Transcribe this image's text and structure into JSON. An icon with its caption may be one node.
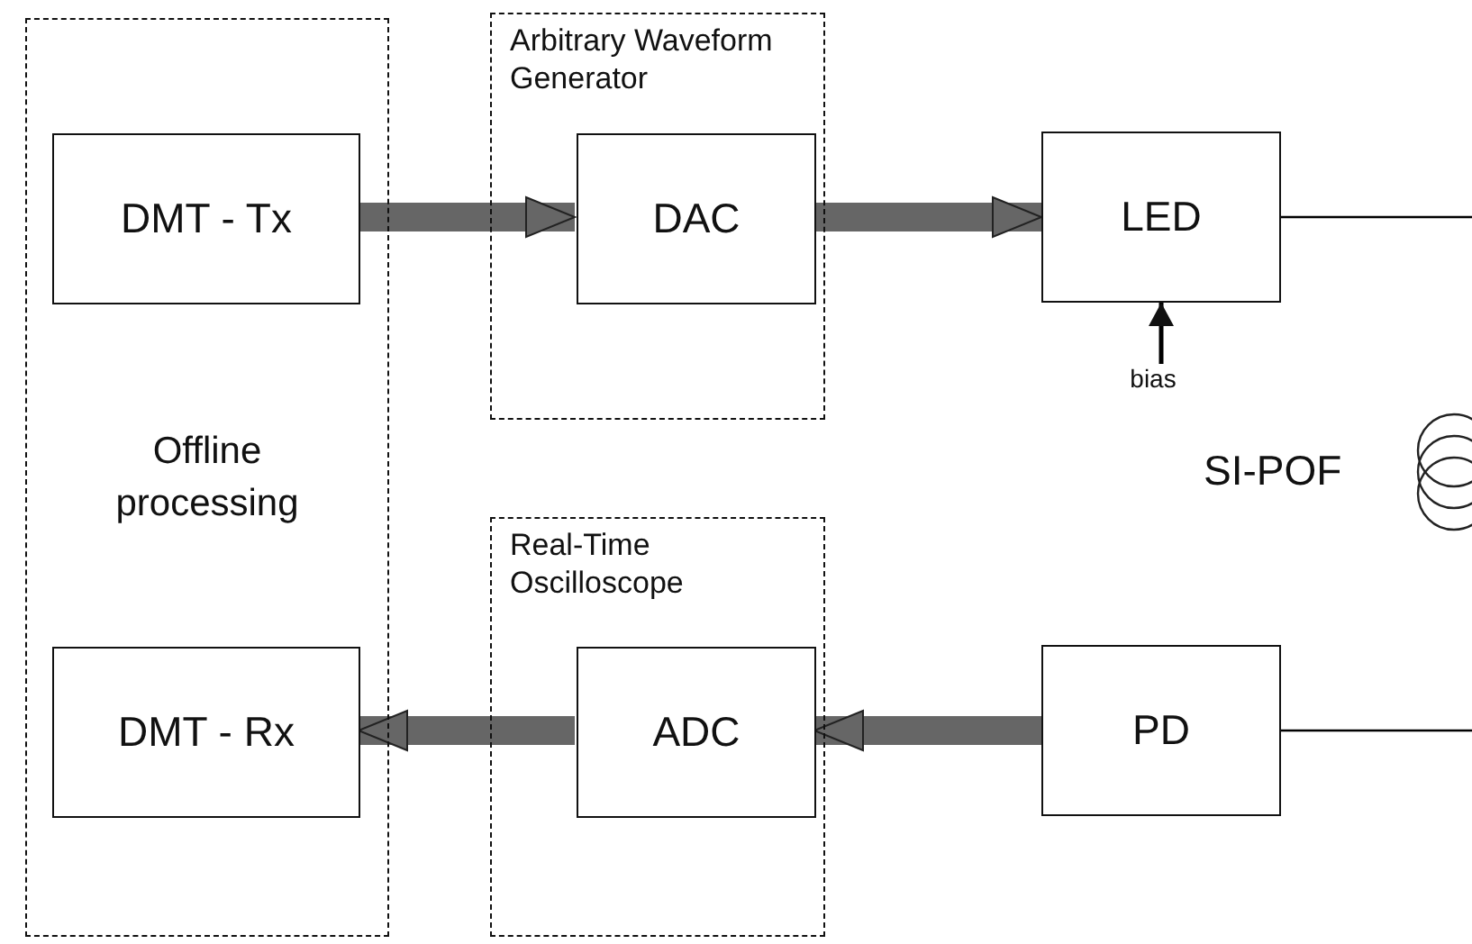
{
  "diagram": {
    "nodes": [
      {
        "text": [
          "Offline processing"
        ]
      },
      {
        "text": [
          "DMT - Tx"
        ],
        "in": 0
      },
      {
        "text": [
          "DMT - Rx"
        ],
        "in": 0
      },
      {
        "text": [
          "Arbitrary Waveform Generator"
        ]
      },
      {
        "text": [
          "DAC"
        ],
        "in": 3
      },
      {
        "text": [
          "LED"
        ]
      },
      {
        "text": [
          "Real-Time Oscilloscope"
        ]
      },
      {
        "text": [
          "ADC"
        ],
        "in": 6
      },
      {
        "text": [
          "PD"
        ]
      },
      {
        "text": [
          "bias"
        ]
      }
    ],
    "edges": [
      {
        "from": 1,
        "to": 4,
        "arrow": "to"
      },
      {
        "from": 4,
        "to": 5,
        "arrow": "to"
      },
      {
        "from": 8,
        "to": 7,
        "arrow": "to"
      },
      {
        "from": 7,
        "to": 2,
        "arrow": "to"
      },
      {
        "from": 5,
        "to": null,
        "arrow": "none",
        "color": "#000000"
      },
      {
        "from": 8,
        "to": null,
        "arrow": "none",
        "color": "#000000"
      },
      {
        "from": 9,
        "to": 5,
        "arrow": "to",
        "color": "#000000"
      }
    ],
    "labels": [
      "SI-POF"
    ]
  }
}
